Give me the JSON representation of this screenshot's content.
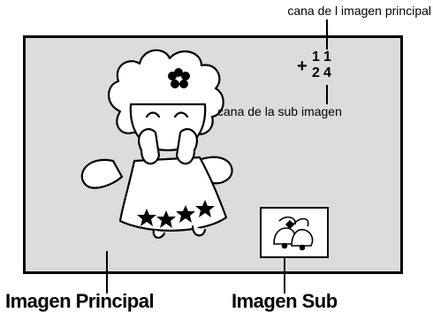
{
  "labels": {
    "main_channel": "cana de l imagen principal",
    "sub_channel": "cana de la sub imagen",
    "main_picture": "Imagen Principal",
    "sub_picture": "Imagen Sub"
  },
  "channel_display": {
    "sign": "+",
    "main_digits": [
      "1",
      "1"
    ],
    "sub_digits": [
      "2",
      "4"
    ]
  },
  "colors": {
    "screen": "#dcdcdc",
    "line": "#000000",
    "sub_window": "#ffffff"
  },
  "icons": {
    "main_picture": "angel-illustration",
    "sub_picture": "bells-illustration"
  }
}
